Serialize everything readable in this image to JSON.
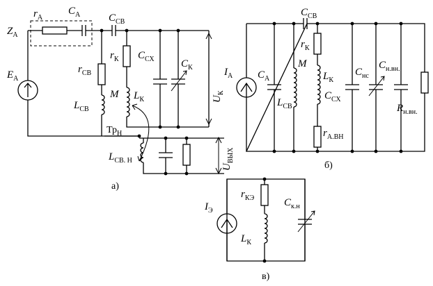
{
  "colors": {
    "ink": "#000000",
    "background": "#ffffff"
  },
  "labels": {
    "ZA": "Z",
    "ZA_sub": "А",
    "rA": "r",
    "rA_sub": "А",
    "CA": "C",
    "CA_sub": "А",
    "CSV": "C",
    "CSV_sub": "СВ",
    "EA": "E",
    "EA_sub": "А",
    "rSV": "r",
    "rSV_sub": "СВ",
    "rK": "r",
    "rK_sub": "К",
    "CSX": "C",
    "CSX_sub": "СХ",
    "CK": "C",
    "CK_sub": "К",
    "UK": "U",
    "UK_sub": "К",
    "LSV": "L",
    "LSV_sub": "СВ",
    "M": "M",
    "LK": "L",
    "LK_sub": "К",
    "TrN": "Тр",
    "TrN_sub": "Н",
    "LSVN": "L",
    "LSVN_sub": "СВ. Н",
    "Uvyx": "U",
    "Uvyx_sub": "ВЫХ",
    "b_CSV": "C",
    "b_CSV_sub": "СВ",
    "b_rK": "r",
    "b_rK_sub": "К",
    "b_IA": "I",
    "b_IA_sub": "А",
    "b_CA": "C",
    "b_CA_sub": "А",
    "b_M": "M",
    "b_LK": "L",
    "b_LK_sub": "К",
    "b_Cns": "C",
    "b_Cns_sub": "нс",
    "b_Cnvn": "C",
    "b_Cnvn_sub": "н.вн.",
    "b_LSV": "L",
    "b_LSV_sub": "СВ",
    "b_CSX": "C",
    "b_CSX_sub": "СХ",
    "b_Rnvn": "R",
    "b_Rnvn_sub": "н.вн.",
    "b_rAVN": "r",
    "b_rAVN_sub": "А.ВН",
    "v_rKE": "r",
    "v_rKE_sub": "КЭ",
    "v_IE": "I",
    "v_IE_sub": "Э",
    "v_Ckn": "C",
    "v_Ckn_sub": "к.н",
    "v_LK": "L",
    "v_LK_sub": "К"
  },
  "captions": {
    "a": "а)",
    "b": "б)",
    "v": "в)"
  }
}
